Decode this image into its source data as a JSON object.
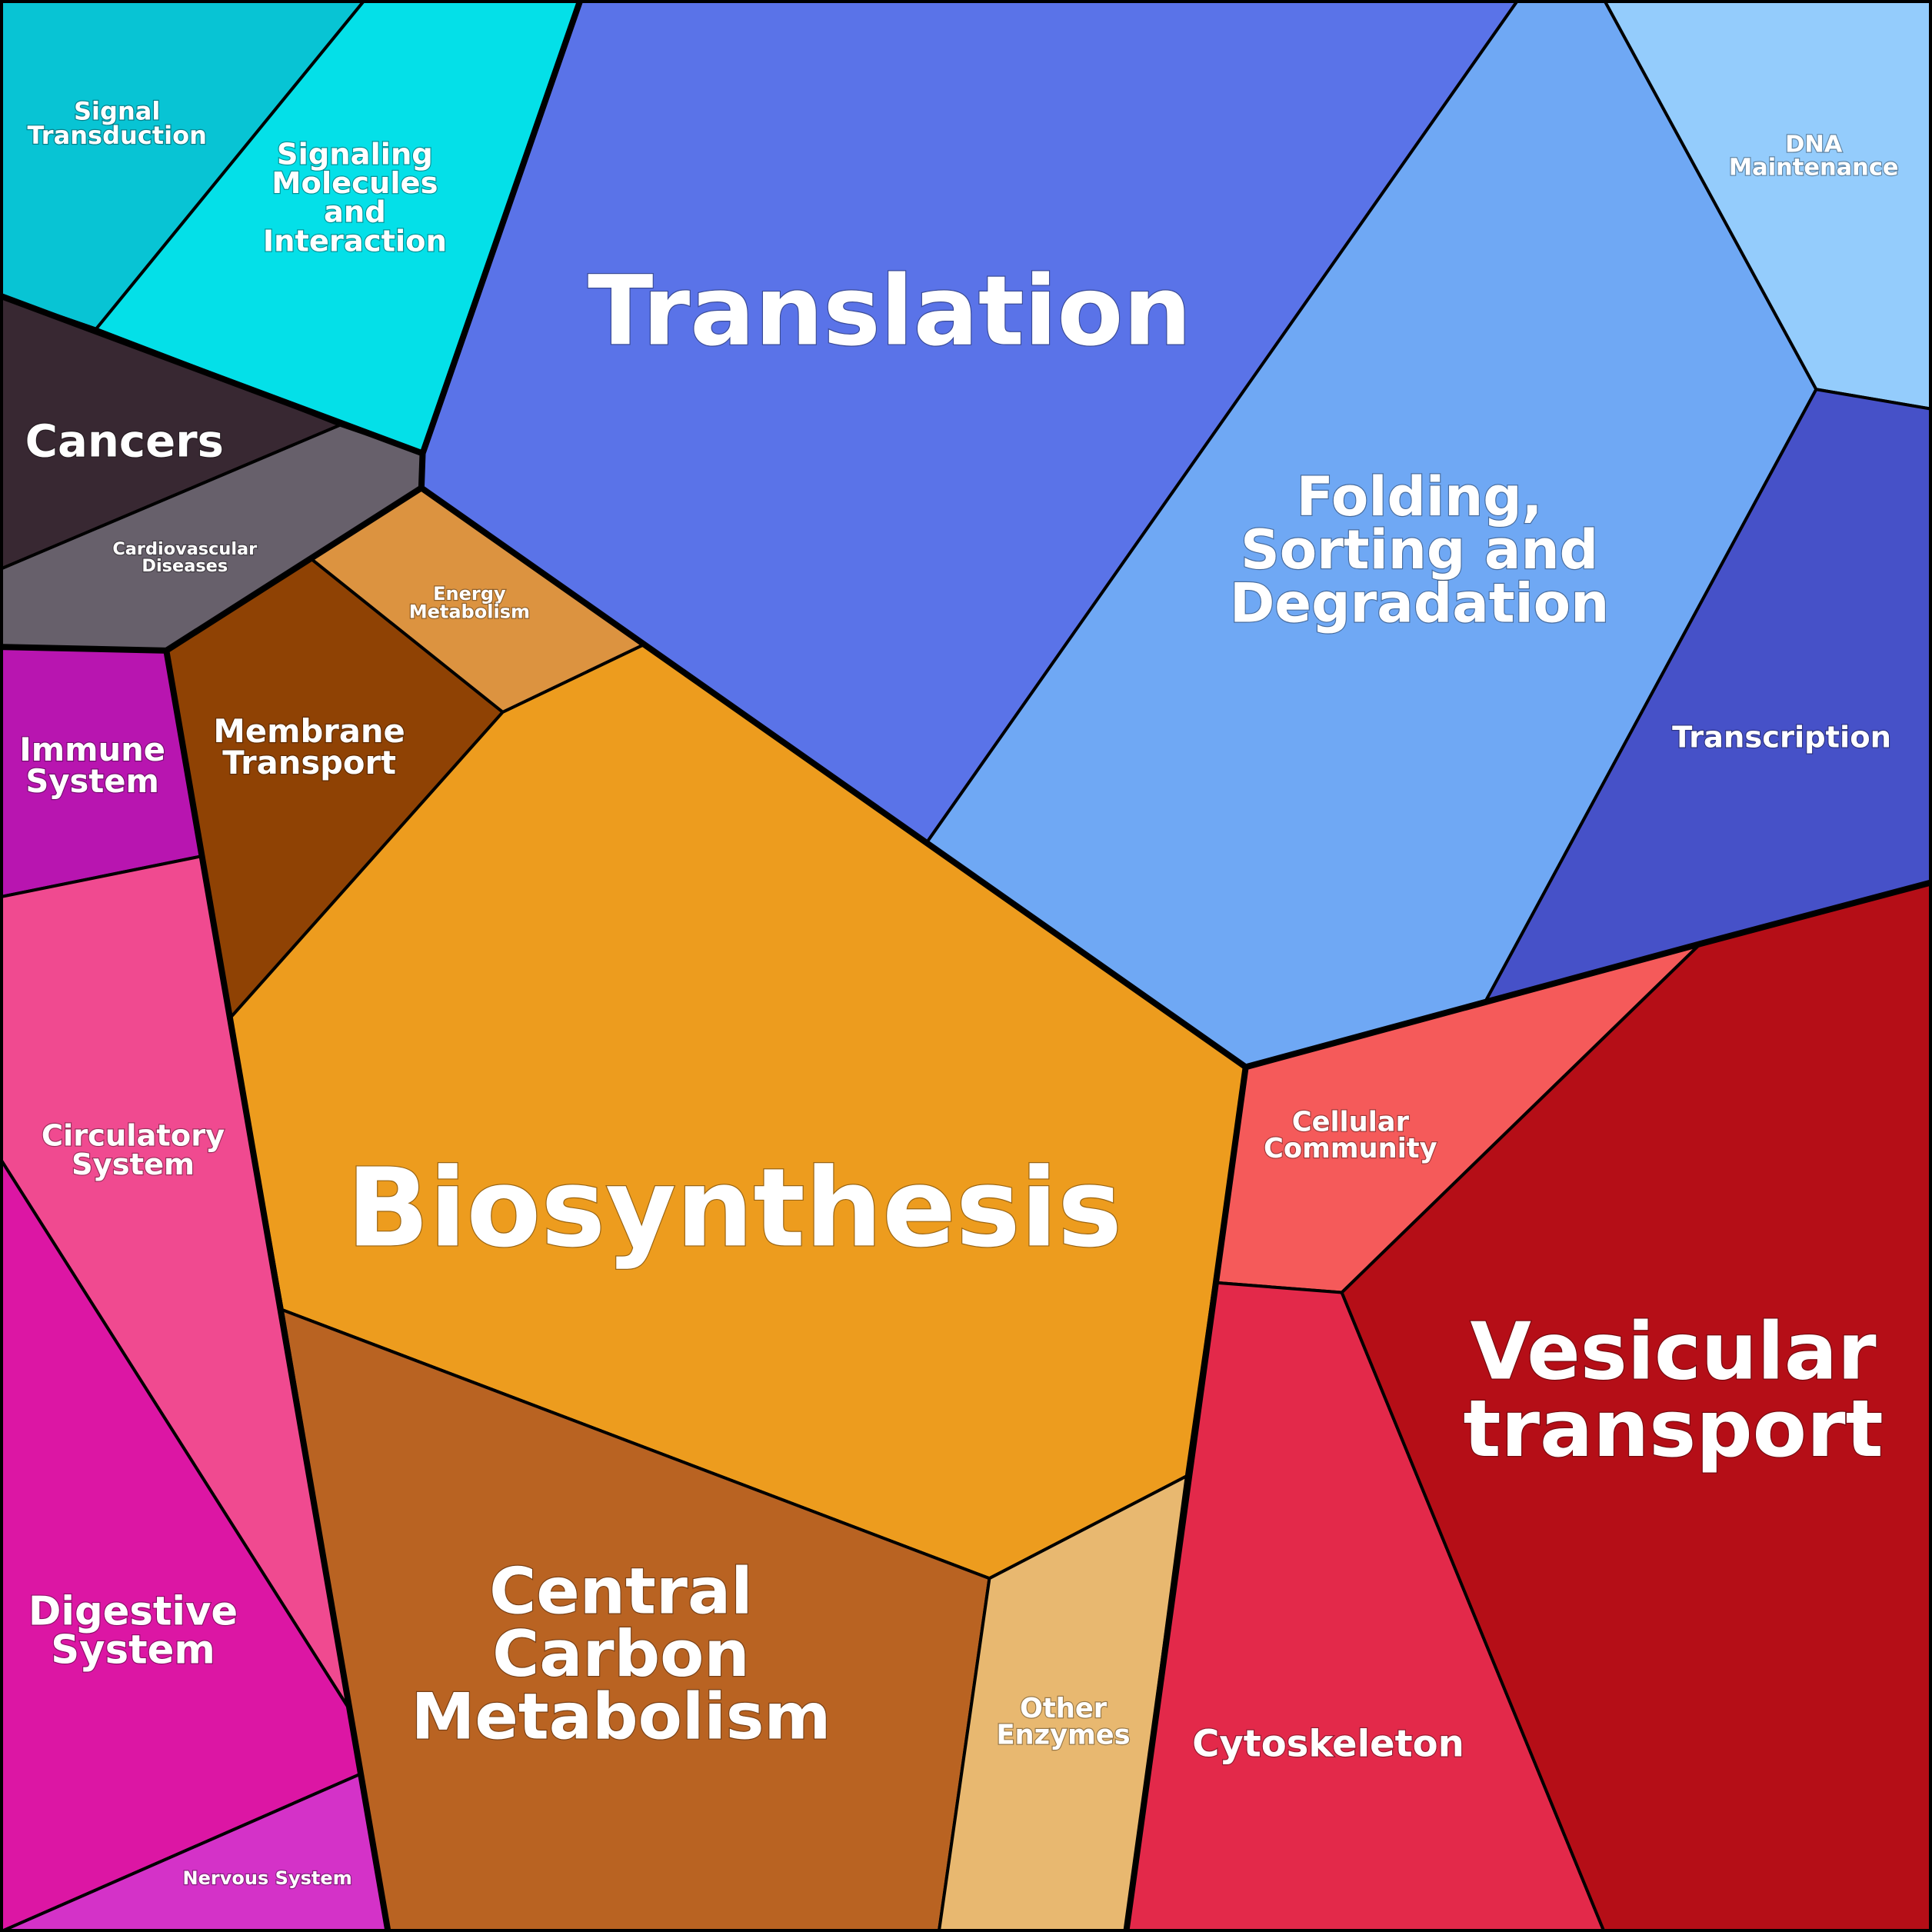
{
  "title": "Voronoi treemap of functional categories",
  "cells": [
    {
      "id": "signal-transduction",
      "lines": [
        "Signal",
        "Transduction"
      ],
      "color": "#08c4d4"
    },
    {
      "id": "signaling-molecules",
      "lines": [
        "Signaling",
        "Molecules",
        "and",
        "Interaction"
      ],
      "color": "#04e0e8"
    },
    {
      "id": "translation",
      "lines": [
        "Translation"
      ],
      "color": "#5a73e8"
    },
    {
      "id": "folding",
      "lines": [
        "Folding,",
        "Sorting and",
        "Degradation"
      ],
      "color": "#6fa8f4"
    },
    {
      "id": "dna-maintenance",
      "lines": [
        "DNA",
        "Maintenance"
      ],
      "color": "#94ccfc"
    },
    {
      "id": "transcription",
      "lines": [
        "Transcription"
      ],
      "color": "#4651c8"
    },
    {
      "id": "cancers",
      "lines": [
        "Cancers"
      ],
      "color": "#382832"
    },
    {
      "id": "cardiovascular",
      "lines": [
        "Cardiovascular",
        "Diseases"
      ],
      "color": "#67606b"
    },
    {
      "id": "energy-metabolism",
      "lines": [
        "Energy",
        "Metabolism"
      ],
      "color": "#dc9340"
    },
    {
      "id": "membrane-transport",
      "lines": [
        "Membrane",
        "Transport"
      ],
      "color": "#8f4204"
    },
    {
      "id": "biosynthesis",
      "lines": [
        "Biosynthesis"
      ],
      "color": "#ed9c1e"
    },
    {
      "id": "immune-system",
      "lines": [
        "Immune",
        "System"
      ],
      "color": "#b815b0"
    },
    {
      "id": "circulatory-system",
      "lines": [
        "Circulatory",
        "System"
      ],
      "color": "#f04a90"
    },
    {
      "id": "digestive-system",
      "lines": [
        "Digestive",
        "System"
      ],
      "color": "#dc16a4"
    },
    {
      "id": "nervous-system",
      "lines": [
        "Nervous System"
      ],
      "color": "#d432c8"
    },
    {
      "id": "central-carbon",
      "lines": [
        "Central",
        "Carbon",
        "Metabolism"
      ],
      "color": "#b96322"
    },
    {
      "id": "other-enzymes",
      "lines": [
        "Other",
        "Enzymes"
      ],
      "color": "#e8b870"
    },
    {
      "id": "cellular-community",
      "lines": [
        "Cellular",
        "Community"
      ],
      "color": "#f55a5a"
    },
    {
      "id": "cytoskeleton",
      "lines": [
        "Cytoskeleton"
      ],
      "color": "#e3294a"
    },
    {
      "id": "vesicular-transport",
      "lines": [
        "Vesicular",
        "transport"
      ],
      "color": "#b50e17"
    }
  ]
}
